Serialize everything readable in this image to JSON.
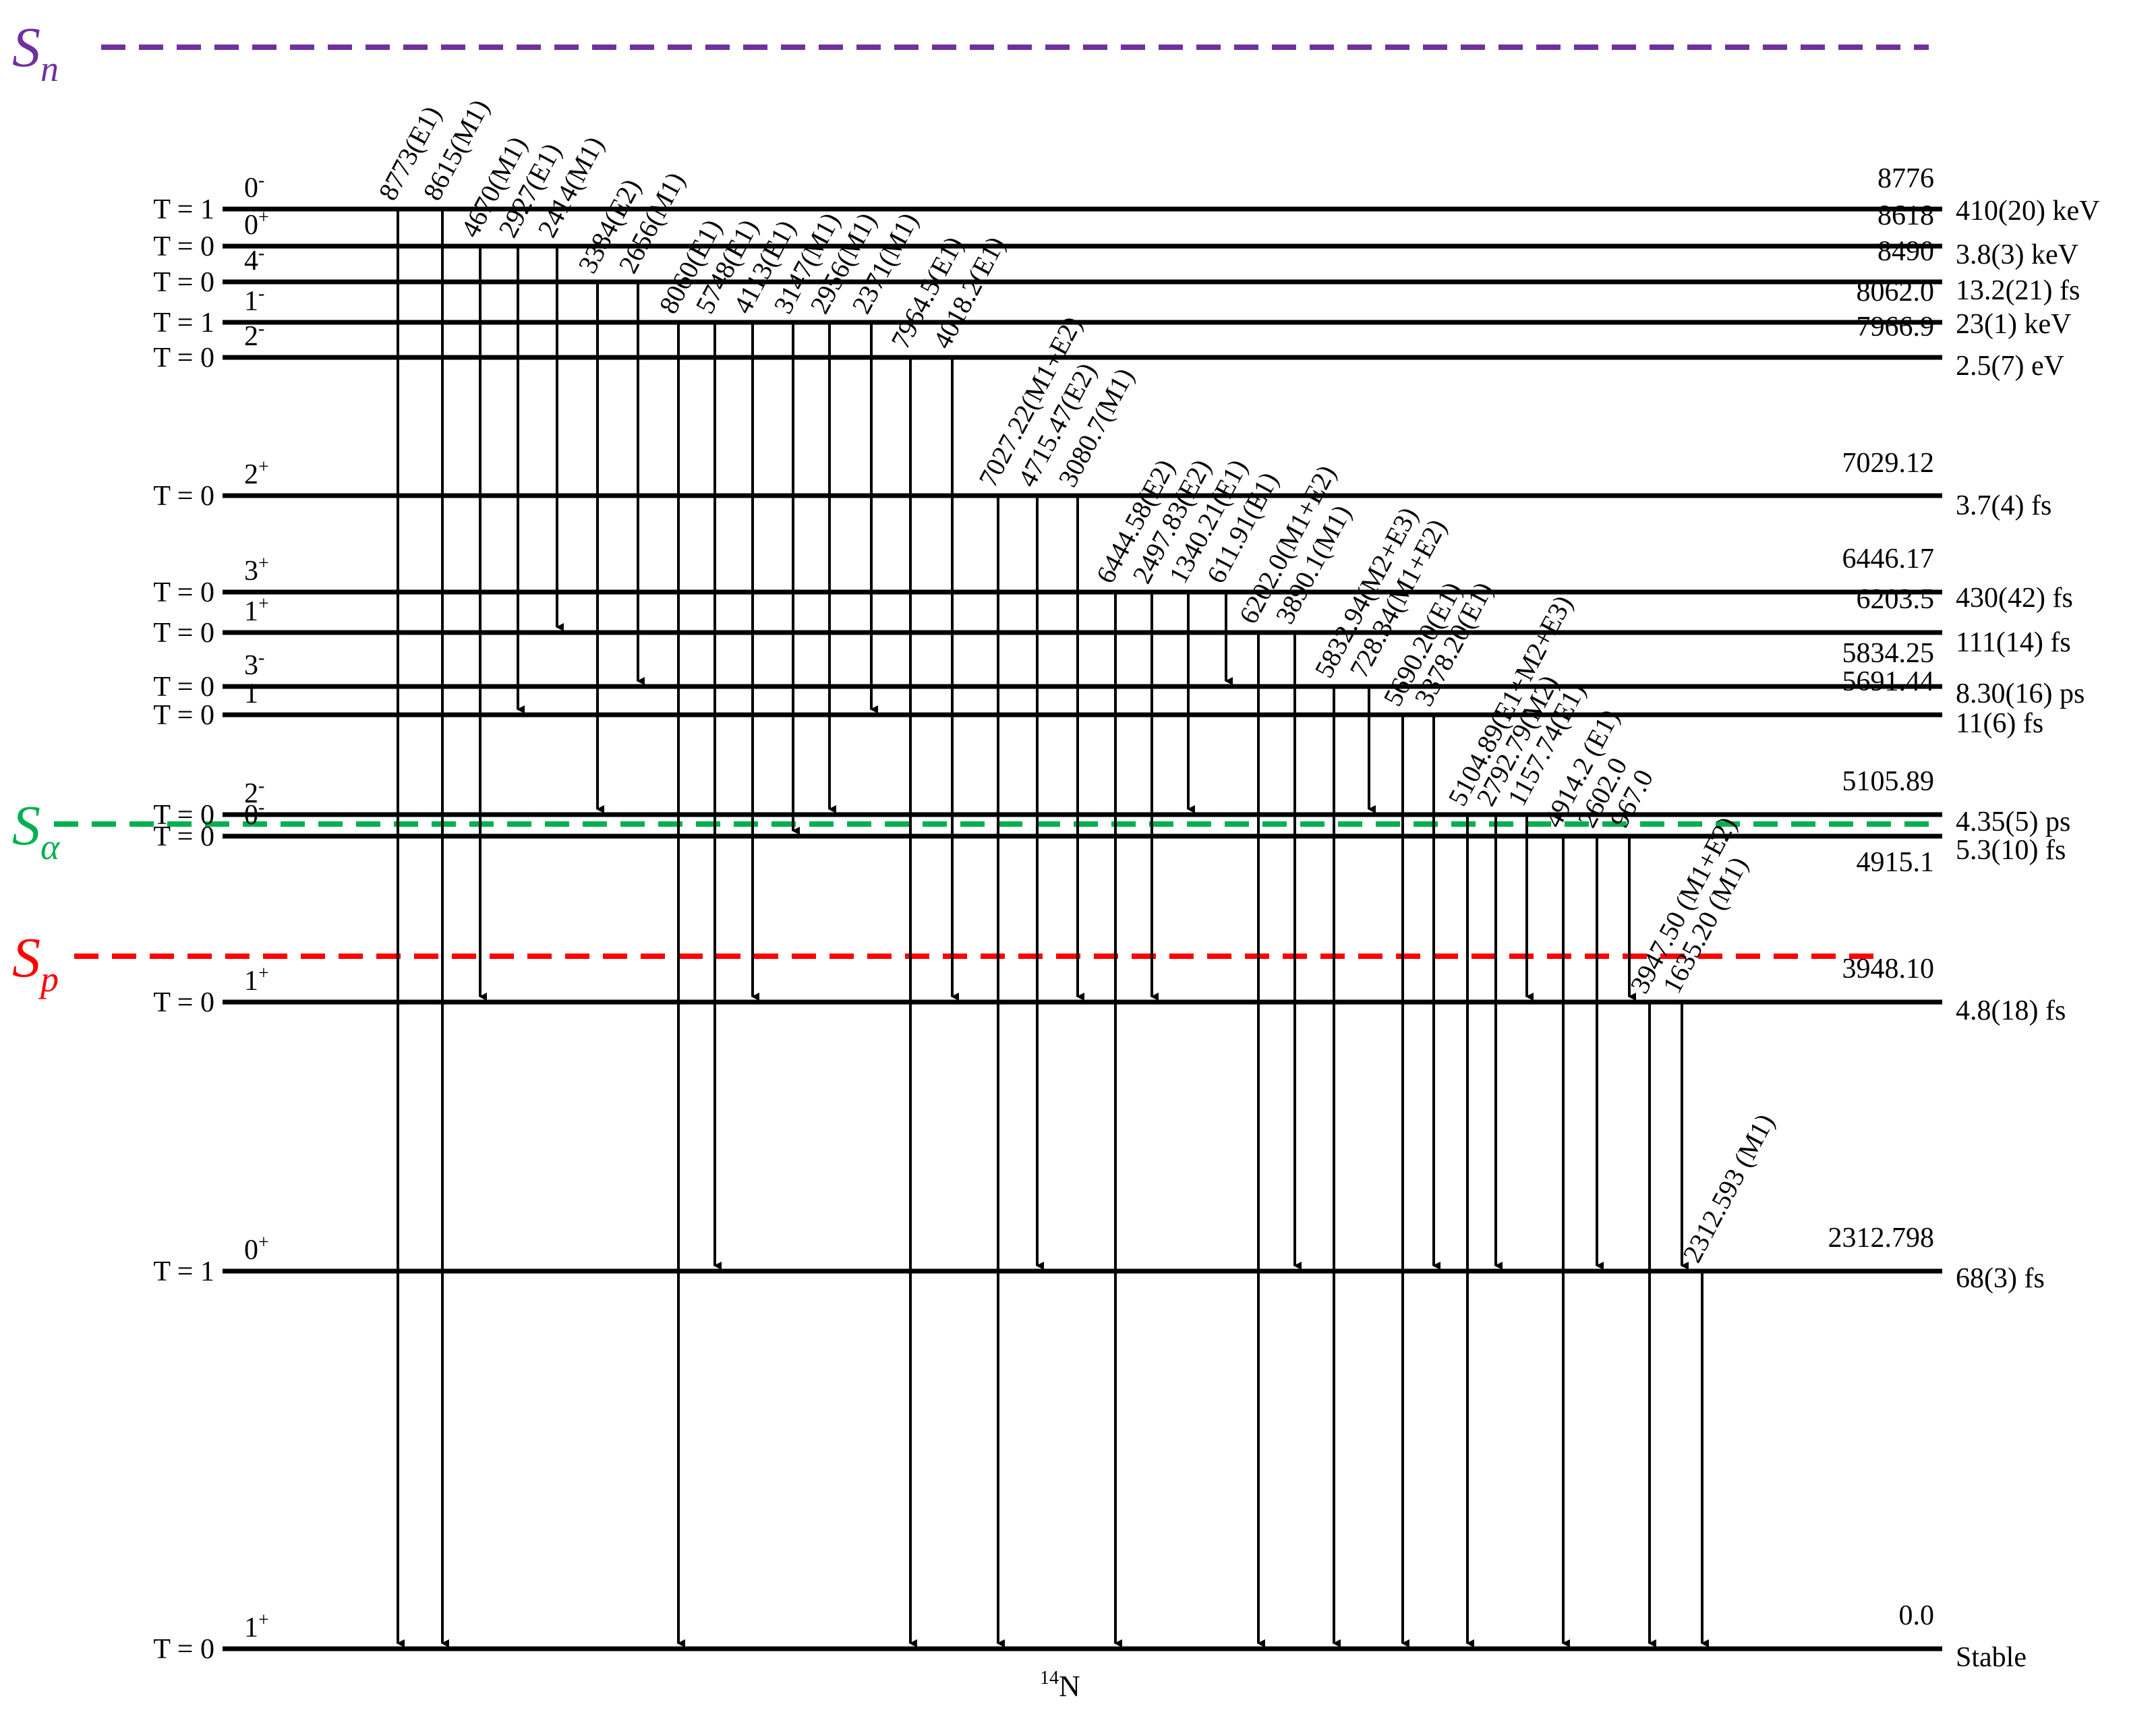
{
  "nucleus": {
    "mass": "14",
    "symbol": "N"
  },
  "separation_energies": [
    {
      "key": "sn",
      "symbol": "S",
      "sub": "n",
      "color": "#7030a0"
    },
    {
      "key": "sa",
      "symbol": "S",
      "sub": "α",
      "color": "#00b050"
    },
    {
      "key": "sp",
      "symbol": "S",
      "sub": "p",
      "color": "#ff0000"
    }
  ],
  "levels": [
    {
      "key": "L8776",
      "T": "T = 1",
      "Jpi": "0",
      "parity": "-",
      "energy": "8776",
      "width": "410(20) keV"
    },
    {
      "key": "L8618",
      "T": "T = 0",
      "Jpi": "0",
      "parity": "+",
      "energy": "8618",
      "width": "3.8(3) keV"
    },
    {
      "key": "L8490",
      "T": "T = 0",
      "Jpi": "4",
      "parity": "-",
      "energy": "8490",
      "width": "13.2(21) fs"
    },
    {
      "key": "L8062",
      "T": "T = 1",
      "Jpi": "1",
      "parity": "-",
      "energy": "8062.0",
      "width": "23(1) keV"
    },
    {
      "key": "L7967",
      "T": "T = 0",
      "Jpi": "2",
      "parity": "-",
      "energy": "7966.9",
      "width": "2.5(7) eV"
    },
    {
      "key": "L7029",
      "T": "T = 0",
      "Jpi": "2",
      "parity": "+",
      "energy": "7029.12",
      "width": "3.7(4) fs"
    },
    {
      "key": "L6446",
      "T": "T = 0",
      "Jpi": "3",
      "parity": "+",
      "energy": "6446.17",
      "width": "430(42) fs"
    },
    {
      "key": "L6204",
      "T": "T = 0",
      "Jpi": "1",
      "parity": "+",
      "energy": "6203.5",
      "width": "111(14) fs"
    },
    {
      "key": "L5834",
      "T": "T = 0",
      "Jpi": "3",
      "parity": "-",
      "energy": "5834.25",
      "width": "8.30(16) ps"
    },
    {
      "key": "L5691",
      "T": "T = 0",
      "Jpi": "1",
      "parity": "-",
      "energy": "5691.44",
      "width": "11(6) fs"
    },
    {
      "key": "L5106",
      "T": "T = 0",
      "Jpi": "2",
      "parity": "-",
      "energy": "5105.89",
      "width": "4.35(5) ps"
    },
    {
      "key": "L4915",
      "T": "T = 0",
      "Jpi": "0",
      "parity": "-",
      "energy": "4915.1",
      "width": "5.3(10) fs"
    },
    {
      "key": "L3948",
      "T": "T = 0",
      "Jpi": "1",
      "parity": "+",
      "energy": "3948.10",
      "width": "4.8(18) fs"
    },
    {
      "key": "L2313",
      "T": "T = 1",
      "Jpi": "0",
      "parity": "+",
      "energy": "2312.798",
      "width": "68(3) fs"
    },
    {
      "key": "L0",
      "T": "T = 0",
      "Jpi": "1",
      "parity": "+",
      "energy": "0.0",
      "width": "Stable"
    }
  ],
  "transitions": [
    {
      "from": "L8776",
      "to": "L0",
      "label": "8773(E1)"
    },
    {
      "from": "L8776",
      "to": "L0",
      "label": "8615(M1)"
    },
    {
      "from": "L8618",
      "to": "L3948",
      "label": "4670(M1)"
    },
    {
      "from": "L8618",
      "to": "L5691",
      "label": "2927(E1)"
    },
    {
      "from": "L8618",
      "to": "L6204",
      "label": "2414(M1)"
    },
    {
      "from": "L8490",
      "to": "L5106",
      "label": "3384(E2)"
    },
    {
      "from": "L8490",
      "to": "L5834",
      "label": "2656(M1)"
    },
    {
      "from": "L8062",
      "to": "L0",
      "label": "8060(E1)"
    },
    {
      "from": "L8062",
      "to": "L2313",
      "label": "5748(E1)"
    },
    {
      "from": "L8062",
      "to": "L3948",
      "label": "4113(E1)"
    },
    {
      "from": "L8062",
      "to": "L4915",
      "label": "3147(M1)"
    },
    {
      "from": "L8062",
      "to": "L5106",
      "label": "2956(M1)"
    },
    {
      "from": "L8062",
      "to": "L5691",
      "label": "2371(M1)"
    },
    {
      "from": "L7967",
      "to": "L0",
      "label": "7964.5(E1)"
    },
    {
      "from": "L7967",
      "to": "L3948",
      "label": "4018.2(E1)"
    },
    {
      "from": "L7029",
      "to": "L0",
      "label": "7027.22(M1+E2)"
    },
    {
      "from": "L7029",
      "to": "L2313",
      "label": "4715.47(E2)"
    },
    {
      "from": "L7029",
      "to": "L3948",
      "label": "3080.7(M1)"
    },
    {
      "from": "L6446",
      "to": "L0",
      "label": "6444.58(E2)"
    },
    {
      "from": "L6446",
      "to": "L3948",
      "label": "2497.83(E2)"
    },
    {
      "from": "L6446",
      "to": "L5106",
      "label": "1340.21(E1)"
    },
    {
      "from": "L6446",
      "to": "L5834",
      "label": "611.91(E1)"
    },
    {
      "from": "L6204",
      "to": "L0",
      "label": "6202.0(M1+E2)"
    },
    {
      "from": "L6204",
      "to": "L2313",
      "label": "3890.1(M1)"
    },
    {
      "from": "L5834",
      "to": "L0",
      "label": "5832.94(M2+E3)"
    },
    {
      "from": "L5834",
      "to": "L5106",
      "label": "728.34(M1+E2)"
    },
    {
      "from": "L5691",
      "to": "L0",
      "label": "5690.20(E1)"
    },
    {
      "from": "L5691",
      "to": "L2313",
      "label": "3378.20(E1)"
    },
    {
      "from": "L5106",
      "to": "L0",
      "label": "5104.89(E1+M2+E3)"
    },
    {
      "from": "L5106",
      "to": "L2313",
      "label": "2792.79(M2)"
    },
    {
      "from": "L5106",
      "to": "L3948",
      "label": "1157.74(E1)"
    },
    {
      "from": "L4915",
      "to": "L0",
      "label": "4914.2 (E1)"
    },
    {
      "from": "L4915",
      "to": "L2313",
      "label": "2602.0"
    },
    {
      "from": "L4915",
      "to": "L3948",
      "label": "967.0"
    },
    {
      "from": "L3948",
      "to": "L0",
      "label": "3947.50 (M1+E2)"
    },
    {
      "from": "L3948",
      "to": "L2313",
      "label": "1635.20 (M1)"
    },
    {
      "from": "L2313",
      "to": "L0",
      "label": "2312.593 (M1)"
    }
  ]
}
